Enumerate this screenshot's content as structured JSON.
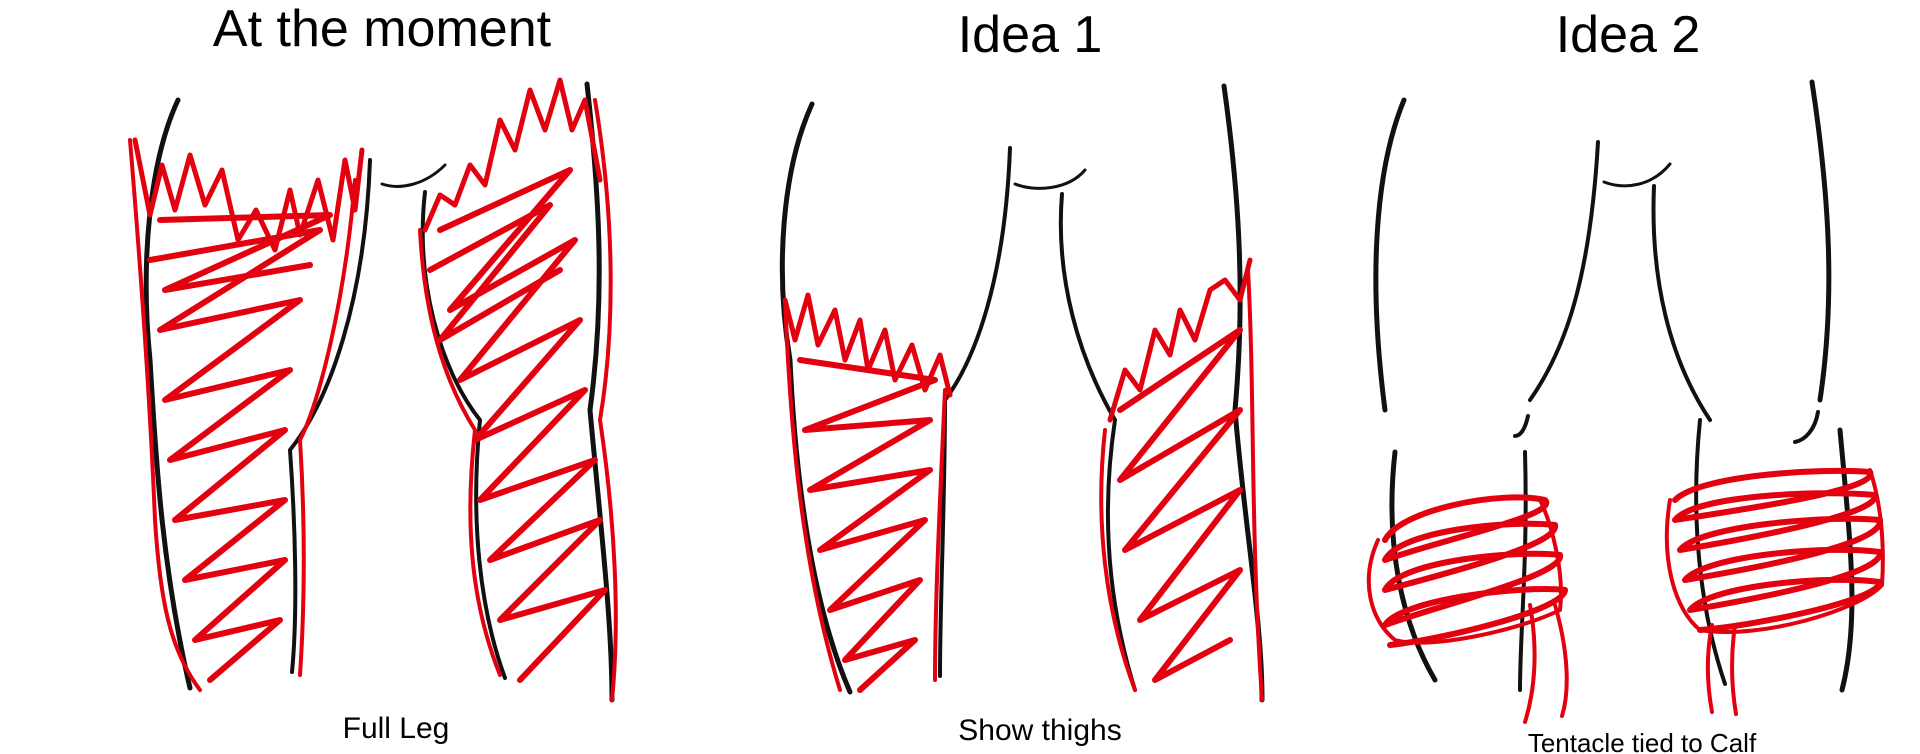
{
  "colors": {
    "outline": "#111111",
    "scribble": "#e3000f",
    "scribble_dark": "#c8001a"
  },
  "panels": [
    {
      "title": "At the moment",
      "caption": "Full Leg"
    },
    {
      "title": "Idea 1",
      "caption": "Show thighs"
    },
    {
      "title": "Idea 2",
      "caption": "Tentacle tied to Calf"
    }
  ]
}
